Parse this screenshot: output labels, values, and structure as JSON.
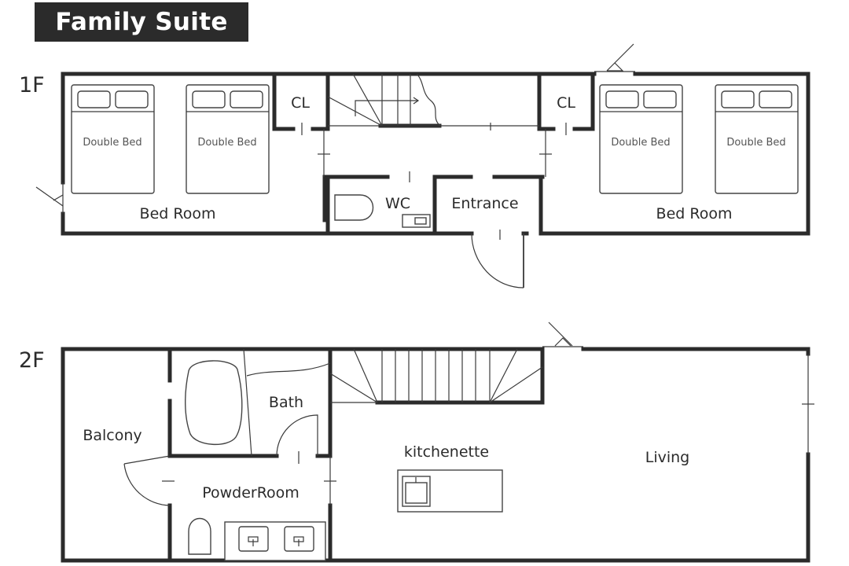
{
  "title": "Family Suite",
  "floors": {
    "first": {
      "label": "1F",
      "rooms": {
        "left_bedroom": "Bed Room",
        "right_bedroom": "Bed Room",
        "closet_left": "CL",
        "closet_right": "CL",
        "wc": "WC",
        "entrance": "Entrance"
      },
      "beds": [
        "Double Bed",
        "Double Bed",
        "Double Bed",
        "Double Bed"
      ]
    },
    "second": {
      "label": "2F",
      "rooms": {
        "balcony": "Balcony",
        "bath": "Bath",
        "powder_room": "PowderRoom",
        "kitchenette": "kitchenette",
        "living": "Living"
      }
    }
  }
}
